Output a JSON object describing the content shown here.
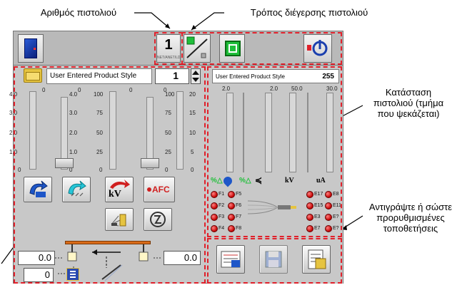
{
  "callouts": {
    "gun_number": "Αριθμός πιστολιού",
    "trigger_mode": "Τρόπος διέγερσης πιστολιού",
    "gun_status": "Κατάσταση πιστολιού (τμήμα που ψεκάζεται)",
    "copy_save": "Αντιγράψτε ή σώστε προρυθμισμένες τοποθετήσεις"
  },
  "top_bar": {
    "gun_number": "1",
    "gun_number_sub": "NET/ANET/LD"
  },
  "left_panel": {
    "product_style": "User Entered Product Style",
    "product_number": "1",
    "scale_a": [
      "4.0",
      "3.0",
      "2.0",
      "1.0",
      "0"
    ],
    "scale_b": [
      "4.0",
      "3.0",
      "2.0",
      "1.0",
      "0"
    ],
    "scale_c": [
      "100",
      "75",
      "50",
      "25",
      "0"
    ],
    "scale_d": [
      "100",
      "75",
      "50",
      "25",
      "0"
    ],
    "scale_e": [
      "20",
      "15",
      "10",
      "5",
      "0"
    ],
    "top_zeros": [
      "0",
      "0",
      "0",
      "0"
    ],
    "kv_label": "kV",
    "afc_label": "AFC"
  },
  "right_panel": {
    "product_style": "User Entered Product Style",
    "product_number": "255",
    "bar_tops": [
      "2.0",
      "2.0",
      "50.0",
      "30.0"
    ],
    "bar_fill": [
      0,
      0,
      0,
      0
    ],
    "units": [
      "%△",
      "%△",
      "kV",
      "uA"
    ],
    "faults_left": [
      "F1",
      "F2",
      "F3",
      "F4"
    ],
    "faults_mid": [
      "F5",
      "F6",
      "F7",
      "F8"
    ],
    "faults_right1": [
      "E17",
      "E15",
      "E3",
      "E7"
    ],
    "faults_right2": [
      "E8",
      "E11",
      "E?",
      "E?"
    ]
  },
  "bottom": {
    "left_value": "0.0",
    "right_value": "0.0",
    "count_value": "0"
  },
  "colors": {
    "panel_bg": "#c8c8c8",
    "dashed_red": "#e0202a",
    "green_mode": "#1fbf3a",
    "lamp_red": "#c40000"
  }
}
